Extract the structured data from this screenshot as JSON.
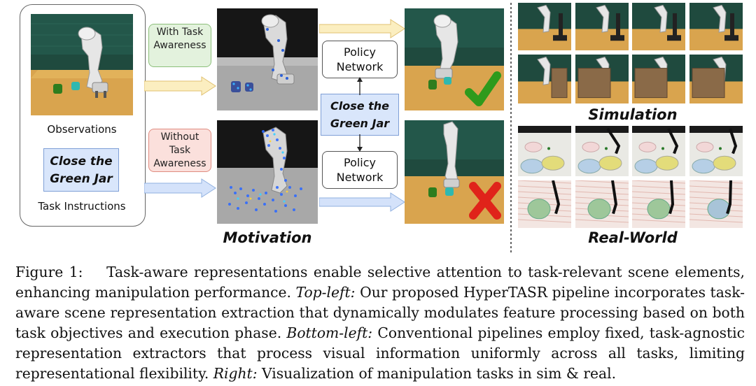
{
  "figure": {
    "observations_label": "Observations",
    "task_instruction_text": "Close the Green Jar",
    "task_instructions_label": "Task Instructions",
    "with_task_awareness": "With Task Awareness",
    "without_task_awareness": "Without Task Awareness",
    "policy_network_top": "Policy Network",
    "policy_network_bottom": "Policy Network",
    "center_instruction": "Close the Green Jar",
    "motivation_label": "Motivation",
    "simulation_label": "Simulation",
    "real_world_label": "Real-World",
    "success_icon": "check-mark-icon",
    "failure_icon": "cross-mark-icon",
    "colors": {
      "with_tag_bg": "#e3f2dd",
      "with_tag_border": "#8cbf7a",
      "without_tag_bg": "#fbe0dc",
      "without_tag_border": "#e08c80",
      "arrow_yellow": "#fbeec0",
      "arrow_blue": "#d4e2fa",
      "check_green": "#2e9a1c",
      "cross_red": "#e0231a"
    }
  },
  "caption": {
    "label": "Figure 1:",
    "sentence1": "Task-aware representations enable selective attention to task-relevant scene elements, enhancing manipulation performance.",
    "top_left_label": "Top-left:",
    "top_left_text": "Our proposed HyperTASR pipeline incorporates task-aware scene representation extraction that dynamically modulates feature processing based on both task objectives and execution phase.",
    "bottom_left_label": "Bottom-left:",
    "bottom_left_text": "Conventional pipelines employ fixed, task-agnostic representation extractors that process visual information uniformly across all tasks, limiting representational flexibility.",
    "right_label": "Right:",
    "right_text": "Visualization of manipulation tasks in sim & real."
  }
}
